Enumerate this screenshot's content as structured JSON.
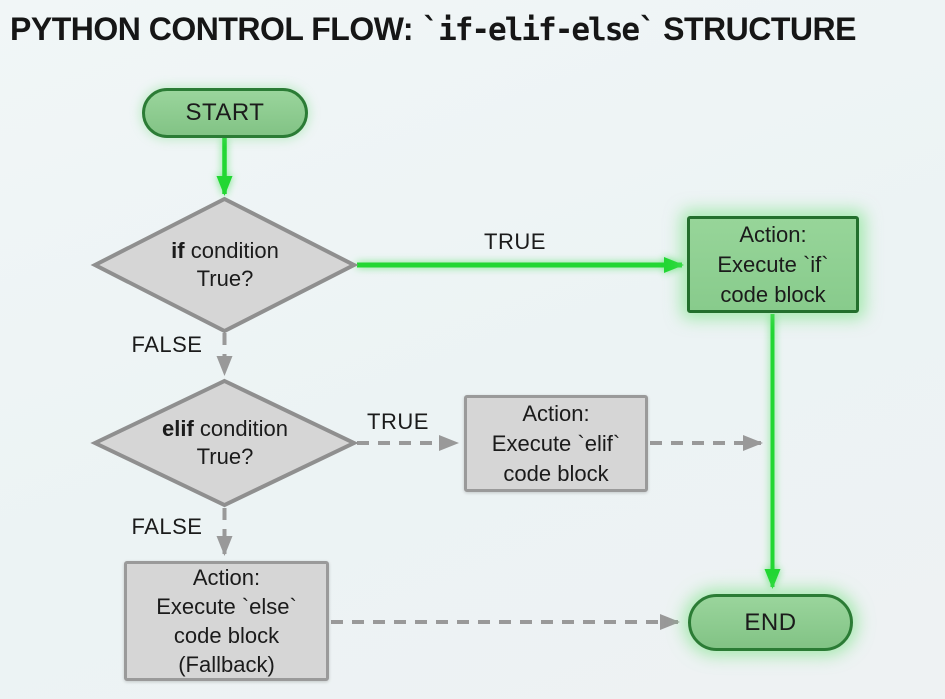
{
  "title": {
    "part1": "PYTHON CONTROL FLOW:",
    "code": "`if-elif-else`",
    "part2": "STRUCTURE"
  },
  "nodes": {
    "start": {
      "label": "START"
    },
    "if_decision": {
      "keyword": "if",
      "rest": "condition",
      "line2": "True?"
    },
    "if_action": {
      "lines": [
        "Action:",
        "Execute `if`",
        "code block"
      ]
    },
    "elif_decision": {
      "keyword": "elif",
      "rest": "condition",
      "line2": "True?"
    },
    "elif_action": {
      "lines": [
        "Action:",
        "Execute `elif`",
        "code block"
      ]
    },
    "else_action": {
      "lines": [
        "Action:",
        "Execute `else`",
        "code block",
        "(Fallback)"
      ]
    },
    "end": {
      "label": "END"
    }
  },
  "edge_labels": {
    "if_true": "TRUE",
    "if_false": "FALSE",
    "elif_true": "TRUE",
    "elif_false": "FALSE"
  },
  "colors": {
    "background": "#eef4f5",
    "node_green_fill": "#8fcd91",
    "node_green_border": "#2b7c35",
    "arrow_green": "#22d733",
    "node_gray_fill": "#d6d6d6",
    "node_gray_border": "#8f8f8f",
    "arrow_gray": "#999999",
    "text": "#1c1c1c"
  }
}
